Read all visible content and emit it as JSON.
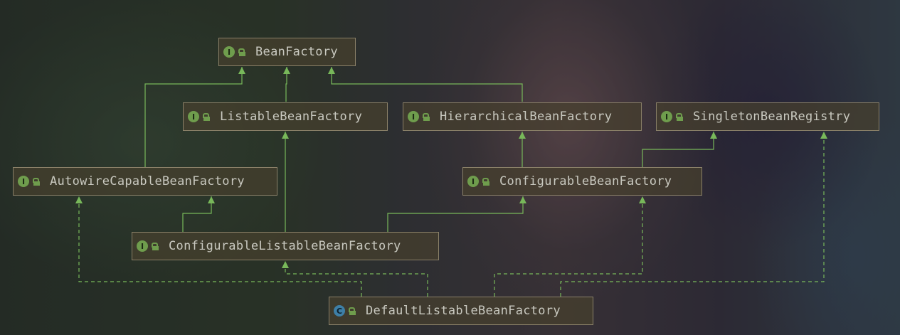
{
  "diagram": {
    "nodes": [
      {
        "id": "beanfactory",
        "label": "BeanFactory",
        "kind": "interface",
        "icon": "interface-icon"
      },
      {
        "id": "listable",
        "label": "ListableBeanFactory",
        "kind": "interface",
        "icon": "interface-icon"
      },
      {
        "id": "hierarchical",
        "label": "HierarchicalBeanFactory",
        "kind": "interface",
        "icon": "interface-icon"
      },
      {
        "id": "singleton",
        "label": "SingletonBeanRegistry",
        "kind": "interface",
        "icon": "interface-icon"
      },
      {
        "id": "autowire",
        "label": "AutowireCapableBeanFactory",
        "kind": "interface",
        "icon": "interface-icon"
      },
      {
        "id": "configurable",
        "label": "ConfigurableBeanFactory",
        "kind": "interface",
        "icon": "interface-icon"
      },
      {
        "id": "configlistable",
        "label": "ConfigurableListableBeanFactory",
        "kind": "interface",
        "icon": "interface-icon"
      },
      {
        "id": "default",
        "label": "DefaultListableBeanFactory",
        "kind": "class",
        "icon": "class-icon"
      }
    ],
    "interface_badge": "I",
    "class_badge": "C",
    "edges": [
      {
        "from": "listable",
        "to": "beanfactory",
        "type": "extends"
      },
      {
        "from": "autowire",
        "to": "beanfactory",
        "type": "extends"
      },
      {
        "from": "hierarchical",
        "to": "beanfactory",
        "type": "extends"
      },
      {
        "from": "configurable",
        "to": "hierarchical",
        "type": "extends"
      },
      {
        "from": "configurable",
        "to": "singleton",
        "type": "extends"
      },
      {
        "from": "configlistable",
        "to": "autowire",
        "type": "extends"
      },
      {
        "from": "configlistable",
        "to": "listable",
        "type": "extends"
      },
      {
        "from": "configlistable",
        "to": "configurable",
        "type": "extends"
      },
      {
        "from": "default",
        "to": "configlistable",
        "type": "implements"
      },
      {
        "from": "default",
        "to": "autowire",
        "type": "implements"
      },
      {
        "from": "default",
        "to": "configurable",
        "type": "implements"
      },
      {
        "from": "default",
        "to": "singleton",
        "type": "implements"
      }
    ],
    "colors": {
      "edge": "#78b85a",
      "node_border": "#8a8068",
      "node_fill": "#46402e",
      "text": "#c9c9c0"
    }
  }
}
